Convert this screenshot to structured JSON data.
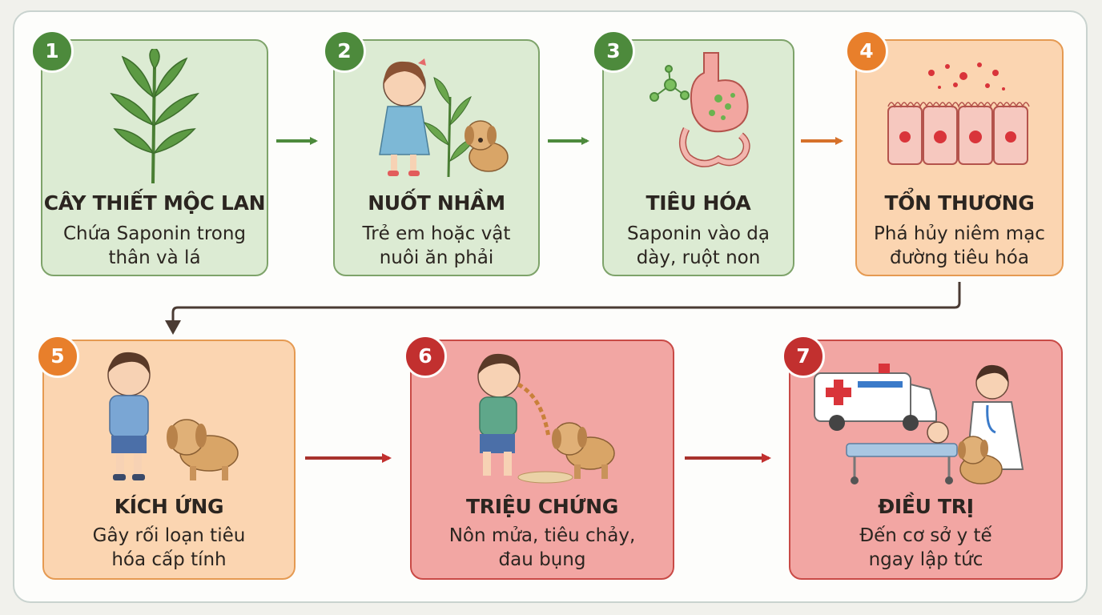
{
  "steps": [
    {
      "num": "1",
      "title": "CÂY THIẾT MỘC LAN",
      "desc1": "Chứa Saponin trong",
      "desc2": "thân và lá"
    },
    {
      "num": "2",
      "title": "NUỐT NHẦM",
      "desc1": "Trẻ em hoặc vật",
      "desc2": "nuôi ăn phải"
    },
    {
      "num": "3",
      "title": "TIÊU HÓA",
      "desc1": "Saponin vào dạ",
      "desc2": "dày, ruột non"
    },
    {
      "num": "4",
      "title": "TỔN THƯƠNG",
      "desc1": "Phá hủy niêm mạc",
      "desc2": "đường tiêu hóa"
    },
    {
      "num": "5",
      "title": "KÍCH ỨNG",
      "desc1": "Gây rối loạn tiêu",
      "desc2": "hóa cấp tính"
    },
    {
      "num": "6",
      "title": "TRIỆU CHỨNG",
      "desc1": "Nôn mửa, tiêu chảy,",
      "desc2": "đau bụng"
    },
    {
      "num": "7",
      "title": "ĐIỀU TRỊ",
      "desc1": "Đến cơ sở y tế",
      "desc2": "ngay lập tức"
    }
  ],
  "colors": {
    "green": "#4d8a3c",
    "orange": "#e87f2b",
    "red": "#c2302f"
  }
}
